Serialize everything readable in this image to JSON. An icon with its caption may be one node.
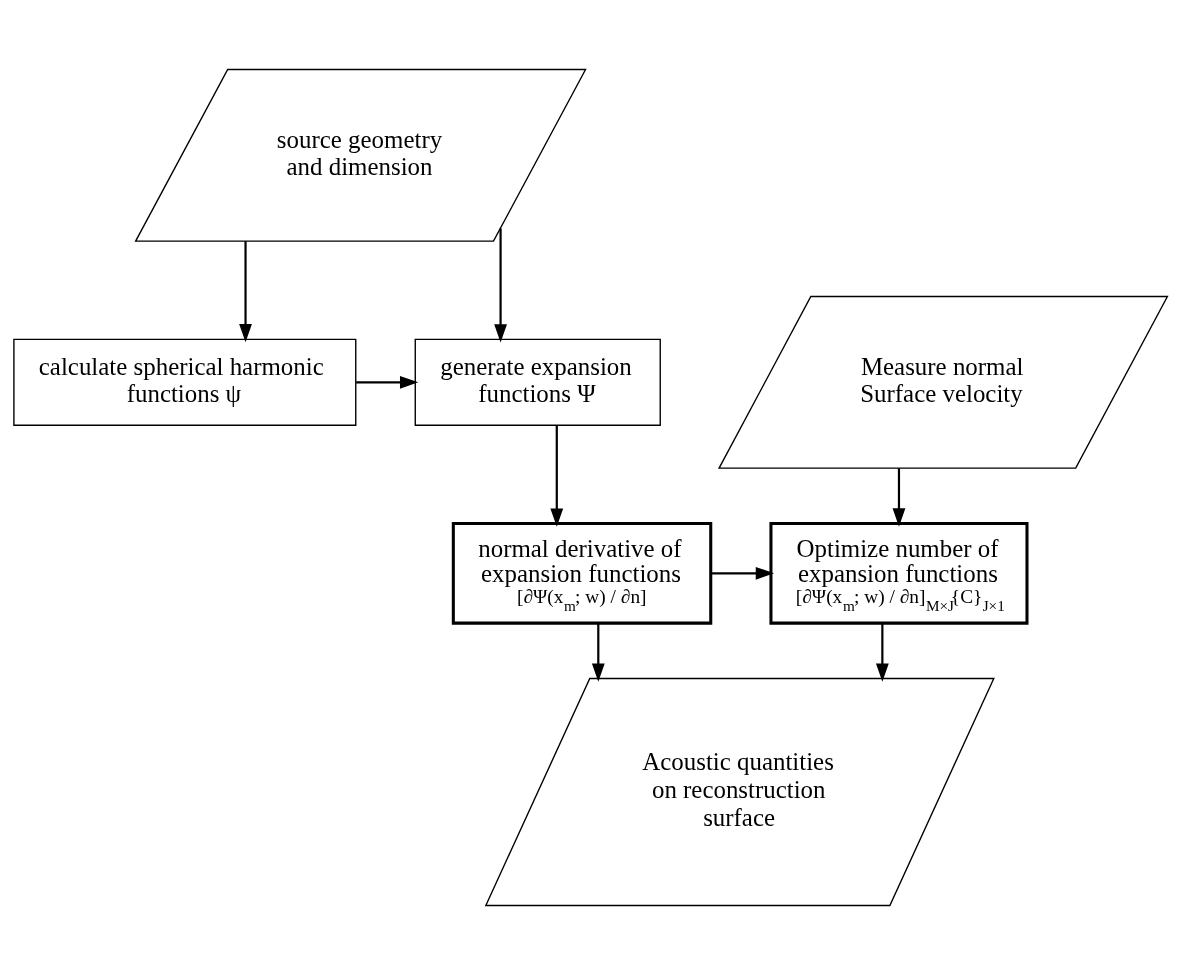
{
  "diagram": {
    "nodes": [
      {
        "text": [
          "source geometry and dimension"
        ]
      },
      {
        "text": [
          "calculate spherical harmonic functions ψ"
        ]
      },
      {
        "text": [
          "generate expansion functions Ψ"
        ]
      },
      {
        "text": [
          "Measure normal Surface velocity"
        ]
      },
      {
        "text": [
          "normal derivative of expansion functions",
          "[∂Ψ(x⃗$_{m}$; w) / ∂n]"
        ]
      },
      {
        "text": [
          "Optimize number of expansion functions",
          "[∂Ψ(x⃗$_{m}$; w) / ∂n]$_{M×J}${C}$_{J×1}$"
        ]
      },
      {
        "text": [
          "Acoustic quantities on reconstruction surface"
        ]
      }
    ],
    "edges": [
      {
        "from": 0,
        "to": 1,
        "arrow": "to"
      },
      {
        "from": 0,
        "to": 2,
        "arrow": "to"
      },
      {
        "from": 1,
        "to": 2,
        "arrow": "to"
      },
      {
        "from": 2,
        "to": 4,
        "arrow": "to"
      },
      {
        "from": 3,
        "to": 5,
        "arrow": "to"
      },
      {
        "from": 4,
        "to": 5,
        "arrow": "to"
      },
      {
        "from": 4,
        "to": 6,
        "arrow": "to"
      },
      {
        "from": 5,
        "to": 6,
        "arrow": "to"
      }
    ]
  }
}
